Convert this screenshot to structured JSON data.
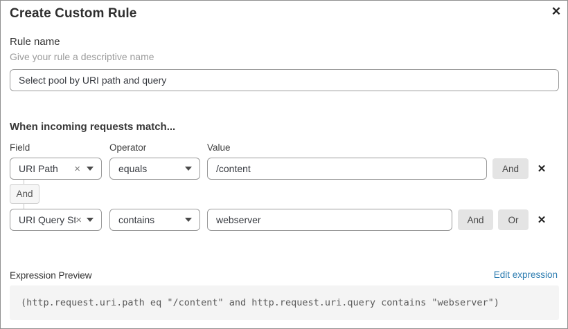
{
  "dialog": {
    "title": "Create Custom Rule",
    "close_icon": "✕"
  },
  "rule_name": {
    "label": "Rule name",
    "hint": "Give your rule a descriptive name",
    "value": "Select pool by URI path and query"
  },
  "matcher": {
    "heading": "When incoming requests match...",
    "columns": {
      "field": "Field",
      "operator": "Operator",
      "value": "Value"
    },
    "connector_label": "And",
    "rows": [
      {
        "field": "URI Path",
        "operator": "equals",
        "value": "/content",
        "and_label": "And",
        "clear_icon": "×",
        "remove_icon": "✕"
      },
      {
        "field": "URI Query St...",
        "operator": "contains",
        "value": "webserver",
        "and_label": "And",
        "or_label": "Or",
        "clear_icon": "×",
        "remove_icon": "✕"
      }
    ]
  },
  "expression": {
    "label": "Expression Preview",
    "edit_link": "Edit expression",
    "code": "(http.request.uri.path eq \"/content\" and http.request.uri.query contains \"webserver\")"
  },
  "colors": {
    "link_blue": "#2c7cb0",
    "button_gray": "#e4e4e4",
    "code_bg": "#f4f4f4",
    "input_border": "#9a9a9a"
  }
}
